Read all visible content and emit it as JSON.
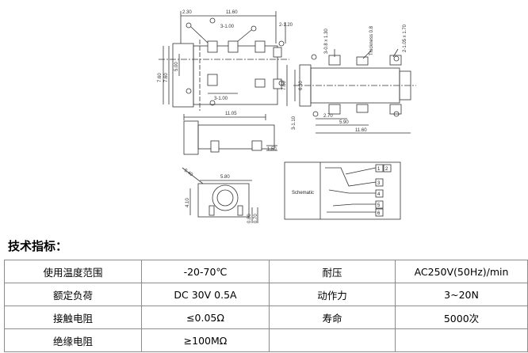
{
  "drawing": {
    "dims": {
      "top_w1": "2.30",
      "top_w2": "11.60",
      "top_w3": "3-1.00",
      "top_gap": "2-1.20",
      "left_h1": "7.60",
      "left_h2": "7.60",
      "left_h3": "5.00",
      "bottom_3": "3-1.00",
      "side_len": "11.05",
      "side_h": "1.50",
      "front_w": "5.80",
      "front_d": "5.40",
      "front_h": "4.10",
      "front_s1": "0.80",
      "front_s2": "0.70",
      "rv_h1": "3-0.8 x 1.30",
      "rv_thk": "Thickness 0.8",
      "rv_h2": "2-1.05 x 1.70",
      "rv_v1": "7.60",
      "rv_v2": "6.30",
      "rv_b1": "2.70",
      "rv_b2": "5.90",
      "rv_b3": "11.60",
      "rv_b4": "3-1.10"
    },
    "schematic_label": "Schematic",
    "pins": [
      "1",
      "2",
      "3",
      "4",
      "5",
      "6"
    ]
  },
  "spec": {
    "heading": "技术指标：",
    "rows": [
      {
        "label1": "使用温度范围",
        "value1": "-20-70℃",
        "label2": "耐压",
        "value2": "AC250V(50Hz)/min"
      },
      {
        "label1": "额定负荷",
        "value1": "DC 30V 0.5A",
        "label2": "动作力",
        "value2": "3~20N"
      },
      {
        "label1": "接触电阻",
        "value1": "≤0.05Ω",
        "label2": "寿命",
        "value2": "5000次"
      },
      {
        "label1": "绝缘电阻",
        "value1": "≥100MΩ",
        "label2": "",
        "value2": ""
      }
    ]
  }
}
